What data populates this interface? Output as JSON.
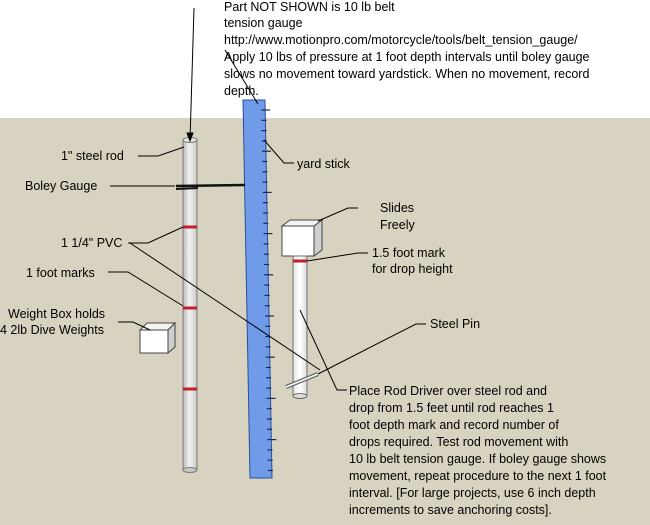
{
  "notes": {
    "top_line1": "Part NOT SHOWN is 10 lb belt",
    "top_line2": "tension gauge",
    "top_line3": "http://www.motionpro.com/motorcycle/tools/belt_tension_gauge/",
    "top_line4": "Apply 10 lbs of pressure at 1 foot depth intervals until boley gauge",
    "top_line5": "slows no movement toward yardstick.  When no movement, record",
    "top_line6": "depth."
  },
  "labels": {
    "steel_rod": "1\" steel rod",
    "boley_gauge": "Boley Gauge",
    "pvc": "1 1/4\" PVC",
    "foot_marks": "1 foot marks",
    "weight_box_line1": "Weight Box holds",
    "weight_box_line2": "4 2lb Dive Weights",
    "yard_stick": "yard stick",
    "slides_line1": "Slides",
    "slides_line2": "Freely",
    "mark_line1": "1.5 foot mark",
    "mark_line2": "for drop height",
    "steel_pin": "Steel Pin"
  },
  "instructions": {
    "line1": "Place Rod Driver over steel rod and",
    "line2": "drop from 1.5 feet until rod reaches 1",
    "line3": "foot depth mark and record number of",
    "line4": "drops required.  Test rod movement with",
    "line5": "10 lb belt tension gauge.  If boley gauge shows",
    "line6": "movement, repeat procedure to the next 1 foot",
    "line7": "interval.  [For large projects, use 6 inch depth",
    "line8": "increments to save anchoring costs]."
  },
  "colors": {
    "ground": "#d8d2c0",
    "yardstick": "#6f9be8",
    "foot_mark": "#c0202a"
  }
}
